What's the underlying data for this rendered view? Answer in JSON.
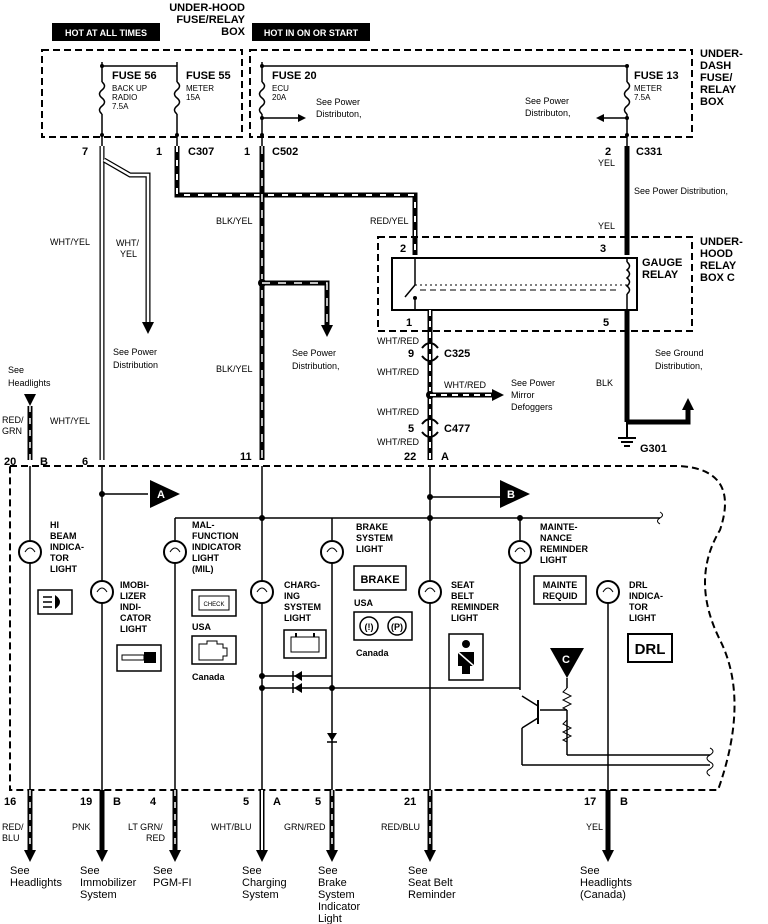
{
  "headers": {
    "hot_at_all_times": "HOT AT ALL TIMES",
    "hot_in_on_or_start": "HOT IN ON OR START",
    "underhood_fuse_relay_box": [
      "UNDER-HOOD",
      "FUSE/RELAY",
      "BOX"
    ],
    "underdash_fuse_relay_box": [
      "UNDER-",
      "DASH",
      "FUSE/",
      "RELAY",
      "BOX"
    ],
    "underhood_relay_box_c": [
      "UNDER-",
      "HOOD",
      "RELAY",
      "BOX C"
    ]
  },
  "fuses": [
    {
      "name": "FUSE 56",
      "desc": [
        "BACK UP",
        "RADIO",
        "7.5A"
      ]
    },
    {
      "name": "FUSE 55",
      "desc": [
        "METER",
        "15A"
      ]
    },
    {
      "name": "FUSE 20",
      "desc": [
        "ECU",
        "20A"
      ]
    },
    {
      "name": "FUSE 13",
      "desc": [
        "METER",
        "7.5A"
      ]
    }
  ],
  "gauge_relay": [
    "GAUGE",
    "RELAY"
  ],
  "connectors": {
    "c307": "C307",
    "c502": "C502",
    "c331": "C331",
    "c325": "C325",
    "c477": "C477",
    "g301": "G301"
  },
  "pins": {
    "p7": "7",
    "p1a": "1",
    "p1b": "1",
    "p2": "2",
    "r2": "2",
    "r3": "3",
    "r1": "1",
    "r5": "5",
    "c325_pin": "9",
    "c477_pin": "5",
    "top20": "20",
    "top6": "6",
    "top11": "11",
    "top22": "22",
    "bot16": "16",
    "bot19": "19",
    "bot4": "4",
    "bot5a": "5",
    "bot5b": "5",
    "bot21": "21",
    "bot17": "17"
  },
  "pin_letters": {
    "b1": "B",
    "a1": "A",
    "b2": "B",
    "a2": "A",
    "b3": "B"
  },
  "wire_colors": {
    "wht_yel_1": "WHT/YEL",
    "wht_yel_2": "WHT/YEL",
    "wht_yel_v": [
      "WHT/",
      "YEL"
    ],
    "blk_yel_1": "BLK/YEL",
    "blk_yel_2": "BLK/YEL",
    "red_yel": "RED/YEL",
    "yel_1": "YEL",
    "yel_2": "YEL",
    "blk": "BLK",
    "wht_red_1": "WHT/RED",
    "wht_red_2": "WHT/RED",
    "wht_red_3": "WHT/RED",
    "wht_red_4": "WHT/RED",
    "wht_red_5": "WHT/RED",
    "red_grn": [
      "RED/",
      "GRN"
    ],
    "red_blu": [
      "RED/",
      "BLU"
    ],
    "pnk": "PNK",
    "lt_grn_red": [
      "LT GRN/",
      "RED"
    ],
    "wht_blu": "WHT/BLU",
    "grn_red": "GRN/RED",
    "red_blu_2": "RED/BLU",
    "yel_3": "YEL"
  },
  "notes": {
    "pd_fuse20": [
      "See Power",
      "Distributon,"
    ],
    "pd_fuse13": [
      "See Power",
      "Distributon,"
    ],
    "pd_c331": "See Power Distribution,",
    "pd_left": [
      "See Power",
      "Distribution"
    ],
    "pd_mid": [
      "See Power",
      "Distribution,"
    ],
    "ground": [
      "See Ground",
      "Distribution,"
    ],
    "mirror": [
      "See Power",
      "Mirror",
      "Defoggers"
    ],
    "headlights_top": [
      "See",
      "Headlights"
    ]
  },
  "indicators": {
    "hi_beam": [
      "HI",
      "BEAM",
      "INDICA-",
      "TOR",
      "LIGHT"
    ],
    "immobilizer": [
      "IMOBI-",
      "LIZER",
      "INDI-",
      "CATOR",
      "LIGHT"
    ],
    "mil": [
      "MAL-",
      "FUNCTION",
      "INDICATOR",
      "LIGHT",
      "(MIL)"
    ],
    "charging": [
      "CHARG-",
      "ING",
      "SYSTEM",
      "LIGHT"
    ],
    "brake": [
      "BRAKE",
      "SYSTEM",
      "LIGHT"
    ],
    "seatbelt": [
      "SEAT",
      "BELT",
      "REMINDER",
      "LIGHT"
    ],
    "maintenance": [
      "MAINTE-",
      "NANCE",
      "REMINDER",
      "LIGHT"
    ],
    "drl": [
      "DRL",
      "INDICA-",
      "TOR",
      "LIGHT"
    ]
  },
  "symbols": {
    "check": "CHECK",
    "brake_box": "BRAKE",
    "mainte_box": [
      "MAINTE",
      "REQUID"
    ],
    "drl_box": "DRL",
    "usa_1": "USA",
    "canada_1": "Canada",
    "usa_2": "USA",
    "canada_2": "Canada",
    "excl": "(!)",
    "p_circle": "(P)"
  },
  "bottom_refs": {
    "headlights": [
      "See",
      "Headlights"
    ],
    "immobilizer": [
      "See",
      "Immobilizer",
      "System"
    ],
    "pgmfi": [
      "See",
      "PGM-FI"
    ],
    "charging": [
      "See",
      "Charging",
      "System"
    ],
    "brake": [
      "See",
      "Brake",
      "System",
      "Indicator",
      "Light"
    ],
    "seatbelt": [
      "See",
      "Seat Belt",
      "Reminder"
    ],
    "headlights_canada": [
      "See",
      "Headlights",
      "(Canada)"
    ]
  },
  "markers": {
    "a": "A",
    "b": "B",
    "c": "C"
  }
}
